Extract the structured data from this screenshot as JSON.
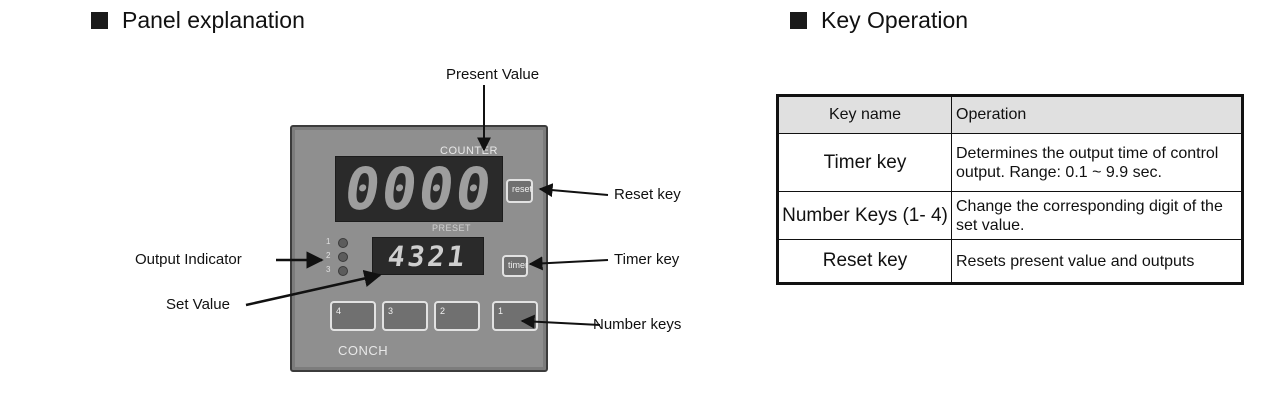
{
  "panel_title": "Panel explanation",
  "key_title": "Key Operation",
  "device": {
    "counter_label": "COUNTER",
    "preset_label": "PRESET",
    "brand": "CONCH",
    "present_display": "0000",
    "set_display": "4321",
    "reset_btn": "reset",
    "timer_btn": "timer",
    "number_btns": [
      "4",
      "3",
      "2",
      "1"
    ],
    "led_numbers": [
      "1",
      "2",
      "3"
    ]
  },
  "callouts": {
    "present_value": "Present Value",
    "reset_key": "Reset key",
    "output_indicator": "Output Indicator",
    "timer_key": "Timer key",
    "set_value": "Set Value",
    "number_keys": "Number keys"
  },
  "table": {
    "headers": [
      "Key name",
      "Operation"
    ],
    "rows": [
      {
        "name": "Timer key",
        "operation": "Determines the output time of control output. Range: 0.1 ~ 9.9 sec."
      },
      {
        "name": "Number Keys (1- 4)",
        "operation": "Change the corresponding digit of the set value."
      },
      {
        "name": "Reset key",
        "operation": "Resets present value and outputs"
      }
    ]
  }
}
